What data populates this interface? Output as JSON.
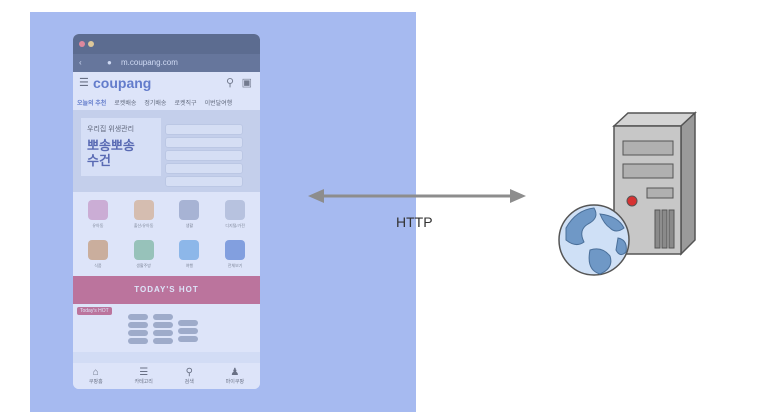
{
  "diagram": {
    "connector_label": "HTTP",
    "client": {
      "url": "m.coupang.com",
      "logo": "coupang",
      "tabs": [
        "오늘의 추천",
        "로켓배송",
        "정기배송",
        "로켓직구",
        "이번달여행"
      ],
      "banner": {
        "small": "우리집 위생관리",
        "big_line1": "뽀송뽀송",
        "big_line2": "수건"
      },
      "categories": [
        "유아동",
        "출산/유아동",
        "생활",
        "디지털/가전",
        "식품",
        "생활주방",
        "여행",
        "전체보기"
      ],
      "today_banner": "TODAY'S HOT",
      "today_badge": "Today's HOT",
      "bottom_nav": [
        {
          "icon": "home-icon",
          "label": "쿠팡홈"
        },
        {
          "icon": "menu-icon",
          "label": "카테고리"
        },
        {
          "icon": "search-icon",
          "label": "검색"
        },
        {
          "icon": "user-icon",
          "label": "마이쿠팡"
        }
      ]
    },
    "server": {
      "icon": "server-tower-icon",
      "globe": "globe-icon"
    },
    "colors": {
      "overlay": "#a6baf0",
      "arrow": "#8d8d8d",
      "accent": "#3b57b5",
      "hot": "#c94a6b"
    }
  }
}
